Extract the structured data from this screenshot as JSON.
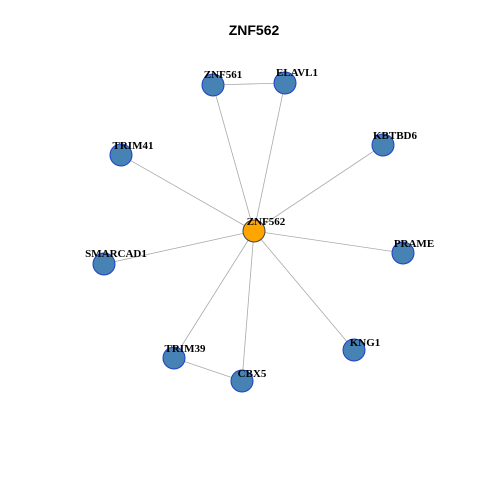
{
  "title": "ZNF562",
  "colors": {
    "center_fill": "#FFA500",
    "center_stroke": "#444444",
    "node_fill": "#4682B4",
    "node_stroke": "#1F3FC8",
    "edge": "#AAAAAA"
  },
  "nodes": [
    {
      "id": "ZNF562",
      "label": "ZNF562",
      "center": true
    },
    {
      "id": "ZNF561",
      "label": "ZNF561"
    },
    {
      "id": "ELAVL1",
      "label": "ELAVL1"
    },
    {
      "id": "KBTBD6",
      "label": "KBTBD6"
    },
    {
      "id": "TRIM41",
      "label": "TRIM41"
    },
    {
      "id": "PRAME",
      "label": "PRAME"
    },
    {
      "id": "SMARCAD1",
      "label": "SMARCAD1"
    },
    {
      "id": "KNG1",
      "label": "KNG1"
    },
    {
      "id": "TRIM39",
      "label": "TRIM39"
    },
    {
      "id": "CBX5",
      "label": "CBX5"
    }
  ],
  "edges": [
    [
      "ZNF562",
      "ZNF561"
    ],
    [
      "ZNF562",
      "ELAVL1"
    ],
    [
      "ZNF562",
      "KBTBD6"
    ],
    [
      "ZNF562",
      "TRIM41"
    ],
    [
      "ZNF562",
      "PRAME"
    ],
    [
      "ZNF562",
      "SMARCAD1"
    ],
    [
      "ZNF562",
      "KNG1"
    ],
    [
      "ZNF562",
      "TRIM39"
    ],
    [
      "ZNF562",
      "CBX5"
    ],
    [
      "ZNF561",
      "ELAVL1"
    ],
    [
      "TRIM39",
      "CBX5"
    ]
  ]
}
